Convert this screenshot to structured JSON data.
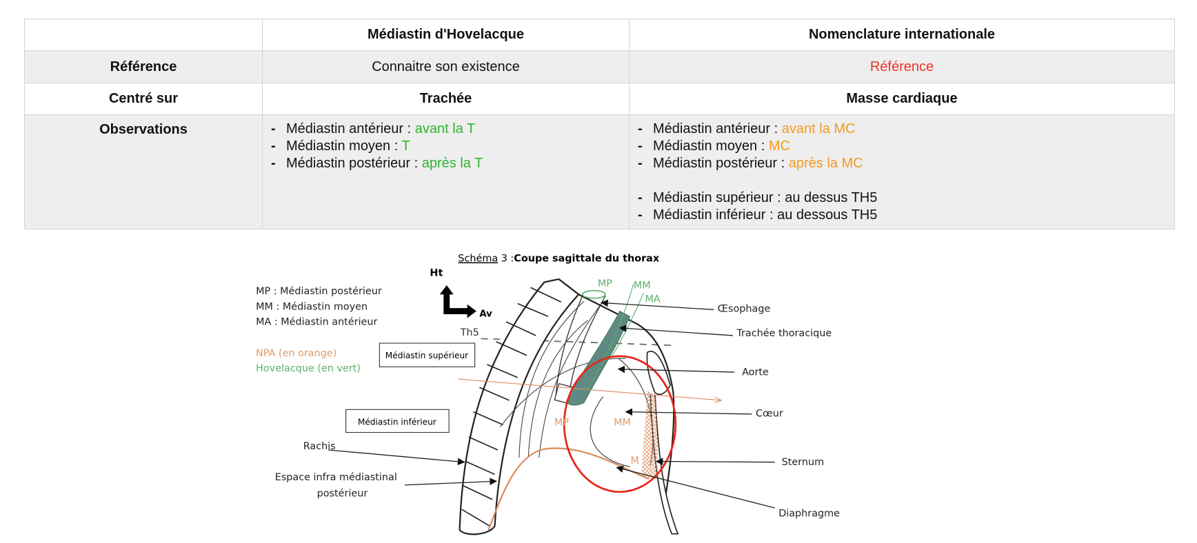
{
  "table": {
    "header": [
      "",
      "Médiastin d'Hovelacque",
      "Nomenclature internationale"
    ],
    "reference": {
      "label": "Référence",
      "hovelacque": "Connaitre son existence",
      "international": "Référence"
    },
    "centre": {
      "label": "Centré sur",
      "hovelacque": "Trachée",
      "international": "Masse cardiaque"
    },
    "observations": {
      "label": "Observations",
      "hovelacque": [
        {
          "text": "Médiastin antérieur : ",
          "hl": "avant la T"
        },
        {
          "text": "Médiastin moyen : ",
          "hl": "T"
        },
        {
          "text": "Médiastin postérieur : ",
          "hl": "après la T"
        }
      ],
      "international": [
        {
          "text": "Médiastin antérieur : ",
          "hl": "avant la MC"
        },
        {
          "text": "Médiastin moyen : ",
          "hl": "MC"
        },
        {
          "text": "Médiastin postérieur : ",
          "hl": "après la MC"
        },
        {
          "text": "Médiastin supérieur : au dessus TH5"
        },
        {
          "text": "Médiastin inférieur : au dessous TH5"
        }
      ]
    }
  },
  "colors": {
    "red": "#ee3324",
    "green": "#2fb52f",
    "orange": "#f39a1f",
    "diagram_orange": "#e39a68",
    "diagram_green": "#5cae6a",
    "trachea_fill": "#5f8a84",
    "circle": "#e8261a"
  },
  "figure": {
    "title_underlined": "Schéma",
    "title_number": " 3 :",
    "title_bold": "Coupe sagittale du thorax",
    "legend": [
      "MP : Médiastin postérieur",
      "MM : Médiastin moyen",
      "MA : Médiastin antérieur"
    ],
    "legend_npa": "NPA (en orange)",
    "legend_hovelacque": "Hovelacque (en vert)",
    "axis_up": "Ht",
    "axis_front": "Av",
    "th5": "Th5",
    "box_superieur": "Médiastin supérieur",
    "box_inferieur": "Médiastin inférieur",
    "labels": {
      "rachis": "Rachis",
      "espace_1": "Espace infra médiastinal",
      "espace_2": "postérieur",
      "oesophage": "Œsophage",
      "trachee": "Trachée thoracique",
      "aorte": "Aorte",
      "coeur": "Cœur",
      "sternum": "Sternum",
      "diaphragme": "Diaphragme"
    },
    "green_marks": [
      "MP",
      "MM",
      "MA"
    ],
    "orange_marks": [
      "MP",
      "MM",
      "M"
    ]
  }
}
